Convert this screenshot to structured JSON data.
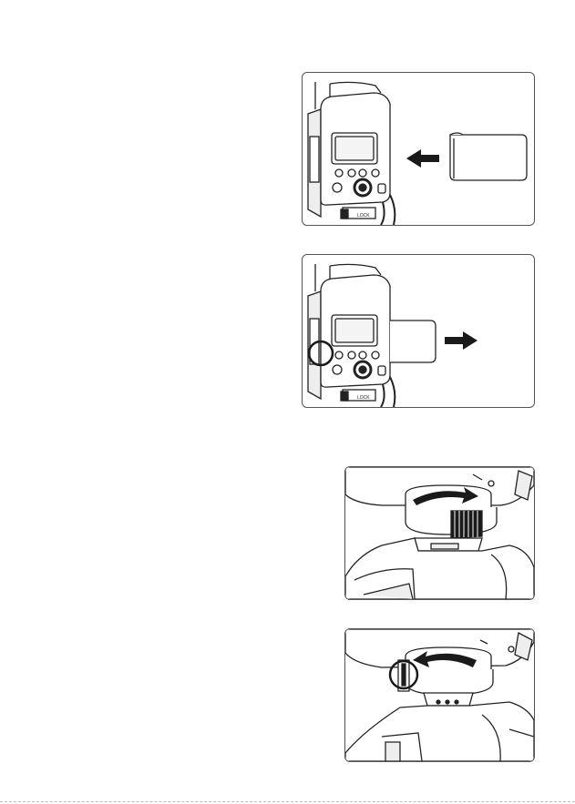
{
  "figures": [
    {
      "id": "fig-insert-battery",
      "arrow": "left",
      "battery_position": "outside"
    },
    {
      "id": "fig-remove-battery",
      "arrow": "right",
      "battery_position": "partially-inserted",
      "highlight": "battery-latch"
    },
    {
      "id": "fig-lock-mount",
      "arrow": "right",
      "highlight": "none"
    },
    {
      "id": "fig-unlock-mount",
      "arrow": "left",
      "highlight": "release-button"
    }
  ],
  "flash_labels": {
    "lock": "LOCK"
  },
  "colors": {
    "line": "#222222",
    "fill_dark": "#1a1a1a",
    "fill_mid": "#d9d9d9",
    "panel_border": "#555555"
  }
}
